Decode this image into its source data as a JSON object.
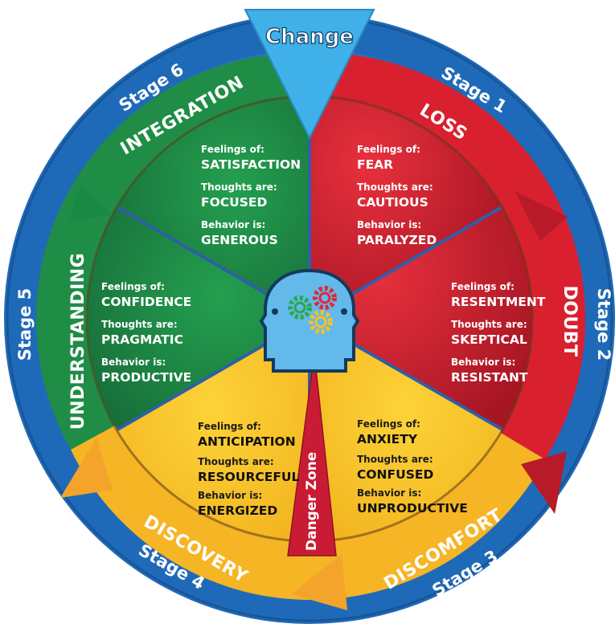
{
  "title": "Change",
  "danger_zone": "Danger Zone",
  "stages": [
    {
      "name": "Stage 1",
      "band": "LOSS",
      "feel": "FEAR",
      "think": "CAUTIOUS",
      "behave": "PARALYZED"
    },
    {
      "name": "Stage 2",
      "band": "DOUBT",
      "feel": "RESENTMENT",
      "think": "SKEPTICAL",
      "behave": "RESISTANT"
    },
    {
      "name": "Stage 3",
      "band": "DISCOMFORT",
      "feel": "ANXIETY",
      "think": "CONFUSED",
      "behave": "UNPRODUCTIVE"
    },
    {
      "name": "Stage 4",
      "band": "DISCOVERY",
      "feel": "ANTICIPATION",
      "think": "RESOURCEFUL",
      "behave": "ENERGIZED"
    },
    {
      "name": "Stage 5",
      "band": "UNDERSTANDING",
      "feel": "CONFIDENCE",
      "think": "PRAGMATIC",
      "behave": "PRODUCTIVE"
    },
    {
      "name": "Stage 6",
      "band": "INTEGRATION",
      "feel": "SATISFACTION",
      "think": "FOCUSED",
      "behave": "GENEROUS"
    }
  ],
  "labels": {
    "feelings": "Feelings of:",
    "thoughts": "Thoughts are:",
    "behavior": "Behavior is:"
  },
  "colors": {
    "outer_ring": "#1f6ab8",
    "red": "#d8202f",
    "red_dark": "#a81624",
    "green": "#1e8c45",
    "green_dark": "#15693a",
    "yellow": "#fcc52a",
    "yellow_dark": "#e6a112",
    "orange_arrow": "#f4a42a",
    "change_triangle": "#3fb0e8",
    "danger": "#c91c34",
    "head": "#63b9ea"
  },
  "icons": [
    "head-gears-icon"
  ]
}
